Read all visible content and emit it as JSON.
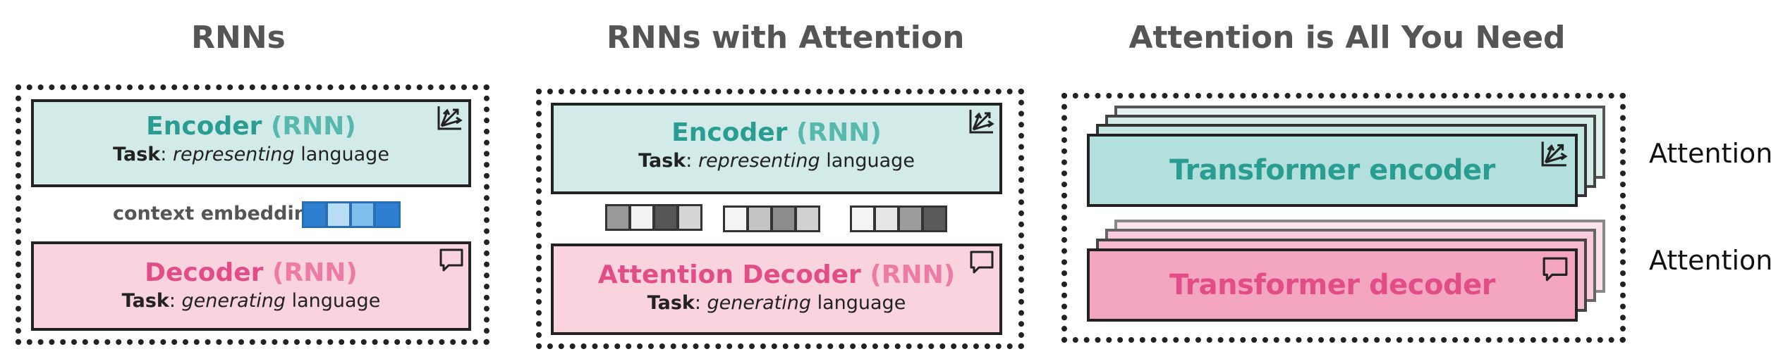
{
  "panels": [
    {
      "title": "RNNs",
      "encoder": {
        "name": "Encoder",
        "paren": "(RNN)",
        "task_label": "Task",
        "task_em": "representing",
        "task_rest": " language"
      },
      "context_label": "context embedding",
      "decoder": {
        "name": "Decoder",
        "paren": "(RNN)",
        "task_label": "Task",
        "task_em": "generating",
        "task_rest": " language"
      }
    },
    {
      "title": "RNNs with Attention",
      "encoder": {
        "name": "Encoder",
        "paren": "(RNN)",
        "task_label": "Task",
        "task_em": "representing",
        "task_rest": " language"
      },
      "decoder": {
        "name": "Attention Decoder",
        "paren": "(RNN)",
        "task_label": "Task",
        "task_em": "generating",
        "task_rest": " language"
      }
    },
    {
      "title": "Attention is All You Need",
      "encoder": {
        "name": "Transformer encoder"
      },
      "decoder": {
        "name": "Transformer decoder"
      },
      "side_labels": [
        "Attention",
        "Attention"
      ]
    }
  ],
  "colors": {
    "encoder_fill": "#d2ebe9",
    "decoder_fill": "#f9d4df",
    "transformer_encoder_fill": "#b3e0dc",
    "transformer_decoder_fill": "#f4a6c1",
    "teal_text": "#2a9d93",
    "pink_text": "#e34d87",
    "embedding_blue": "#2f7fd0",
    "embedding_light": "#b9dcf5"
  },
  "icons": [
    "chart-arrows-icon",
    "speech-bubble-icon"
  ]
}
